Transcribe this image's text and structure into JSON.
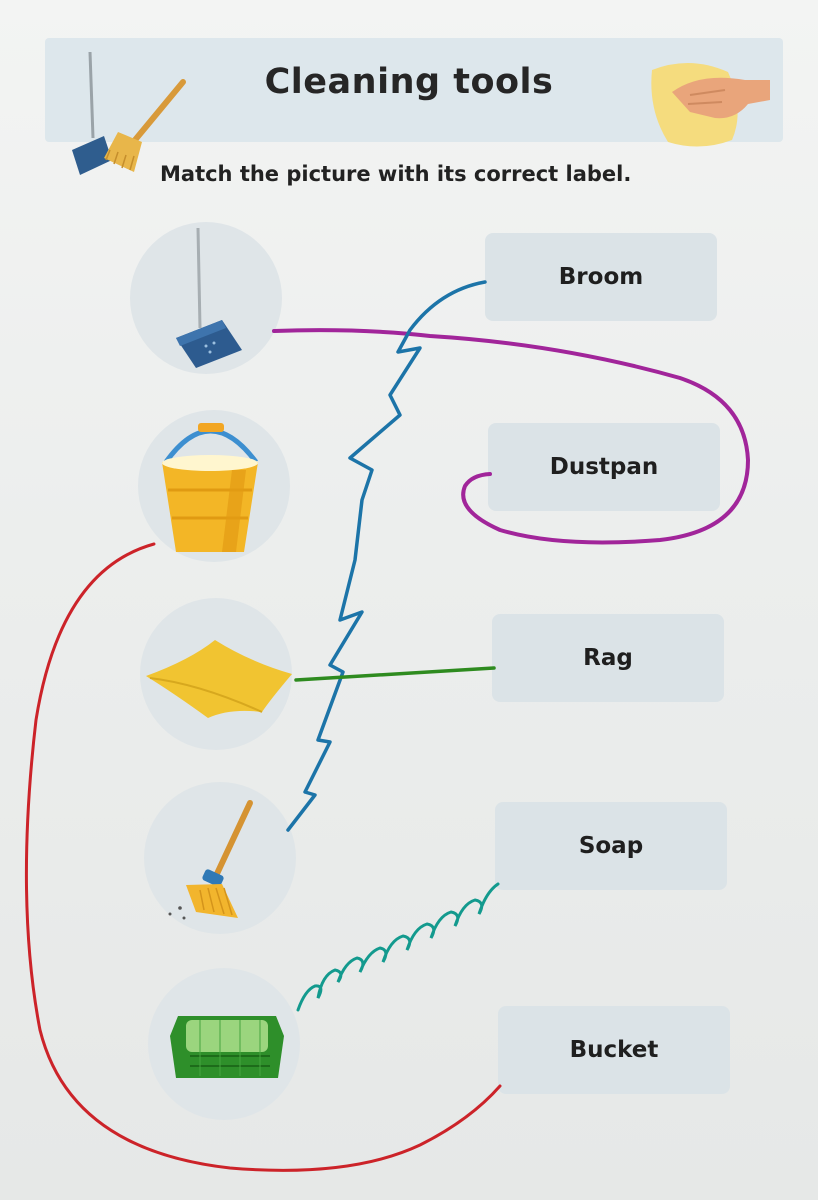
{
  "worksheet": {
    "title": "Cleaning tools",
    "instruction": "Match the picture with its correct label."
  },
  "pictures": [
    {
      "name": "dustpan-picture",
      "icon": "dustpan-icon"
    },
    {
      "name": "bucket-picture",
      "icon": "bucket-icon"
    },
    {
      "name": "rag-picture",
      "icon": "rag-icon"
    },
    {
      "name": "broom-picture",
      "icon": "broom-icon"
    },
    {
      "name": "soap-picture",
      "icon": "soap-icon"
    }
  ],
  "labels": [
    "Broom",
    "Dustpan",
    "Rag",
    "Soap",
    "Bucket"
  ],
  "colors": {
    "broom_line": "#1c74a8",
    "dustpan_line": "#a1259a",
    "rag_line": "#2e8b1f",
    "soap_line": "#139a8e",
    "bucket_line": "#cc2329"
  }
}
